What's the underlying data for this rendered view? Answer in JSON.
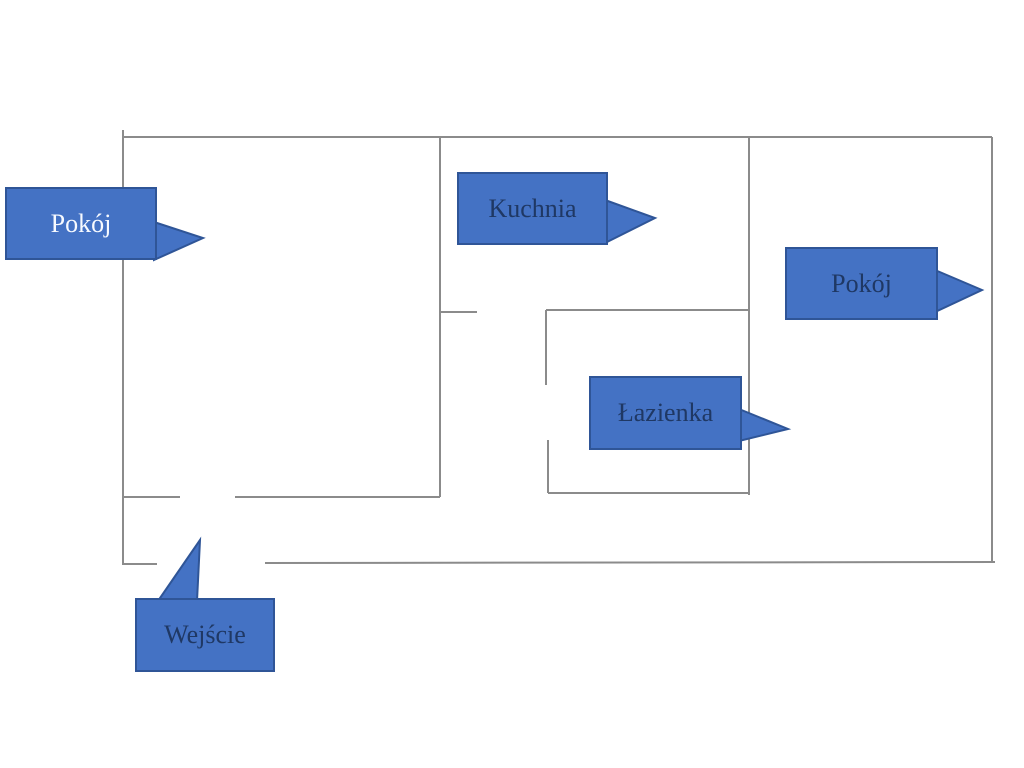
{
  "colors": {
    "wall": "#8b8b8b",
    "callout_fill": "#4472c4",
    "callout_border": "#2f5597",
    "text_dark": "#1f3864",
    "text_light": "#f7faff"
  },
  "callouts": {
    "room_left": {
      "label": "Pokój"
    },
    "kitchen": {
      "label": "Kuchnia"
    },
    "room_right": {
      "label": "Pokój"
    },
    "bathroom": {
      "label": "Łazienka"
    },
    "entrance": {
      "label": "Wejście"
    }
  }
}
